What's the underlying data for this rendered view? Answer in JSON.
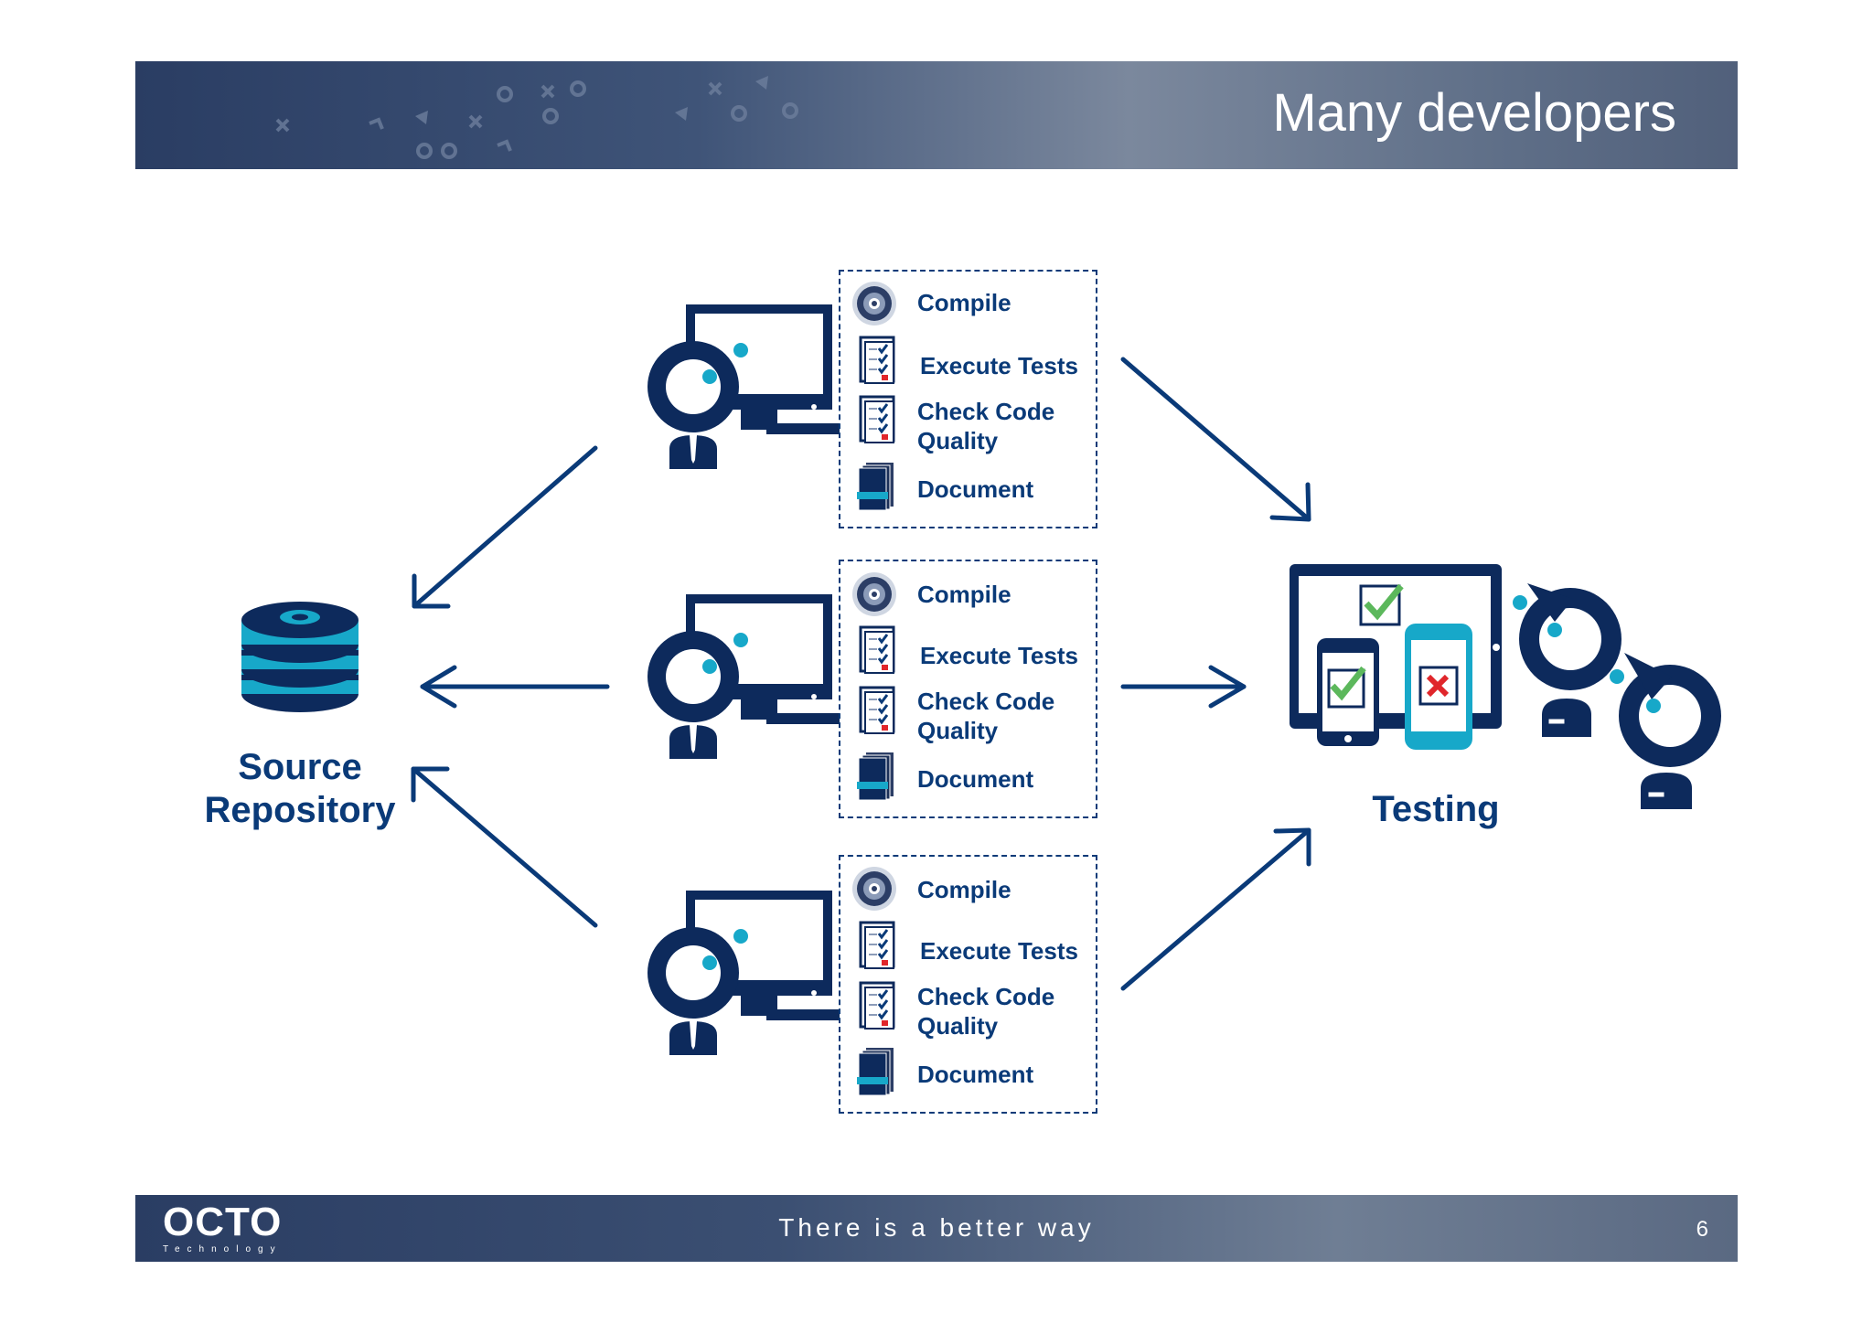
{
  "header": {
    "title": "Many developers"
  },
  "diagram": {
    "source_label_line1": "Source",
    "source_label_line2": "Repository",
    "testing_label": "Testing",
    "developer_steps": [
      {
        "compile": "Compile",
        "execute_tests": "Execute Tests",
        "check_code_quality_line1": "Check Code",
        "check_code_quality_line2": "Quality",
        "document": "Document"
      },
      {
        "compile": "Compile",
        "execute_tests": "Execute Tests",
        "check_code_quality_line1": "Check Code",
        "check_code_quality_line2": "Quality",
        "document": "Document"
      },
      {
        "compile": "Compile",
        "execute_tests": "Execute Tests",
        "check_code_quality_line1": "Check Code",
        "check_code_quality_line2": "Quality",
        "document": "Document"
      }
    ],
    "colors": {
      "navy": "#0a3a78",
      "dark": "#0d2a5c",
      "cyan": "#17a8c9",
      "check_green": "#5cb85c",
      "fail_red": "#e0262b"
    }
  },
  "footer": {
    "logo_text": "OCTO",
    "logo_sub": "Technology",
    "tagline": "There is a better way",
    "page_number": "6"
  }
}
